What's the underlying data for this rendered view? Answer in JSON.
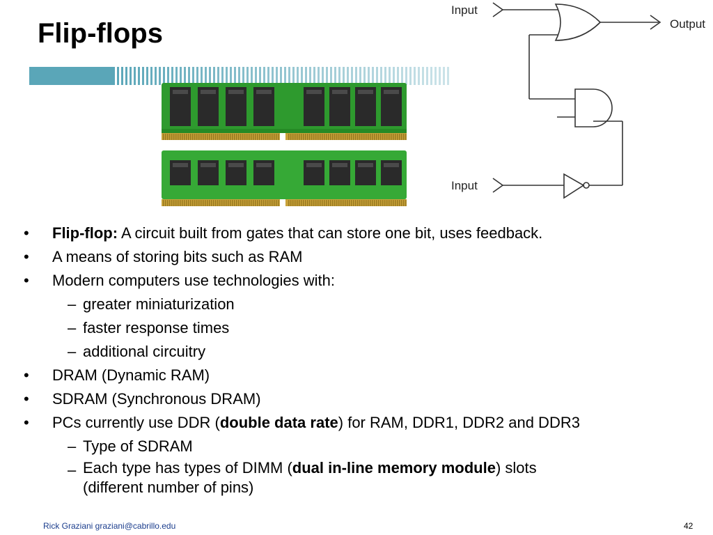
{
  "slide": {
    "title": "Flip-flops",
    "bullets": [
      {
        "bold": "Flip-flop:",
        "text": " A circuit built from gates that can store one bit, uses feedback."
      },
      {
        "text": "A means of storing bits such as RAM"
      },
      {
        "text": "Modern computers use technologies with:",
        "subs": [
          "greater miniaturization",
          "faster response times",
          "additional circuitry"
        ]
      },
      {
        "text": "DRAM (Dynamic RAM)"
      },
      {
        "text": "SDRAM (Synchronous DRAM)"
      },
      {
        "pre": "PCs currently use DDR (",
        "bold": "double data rate",
        "post": ") for RAM, DDR1, DDR2 and DDR3",
        "subs": [
          "Type of SDRAM"
        ],
        "sub2": {
          "pre": "Each type has types of DIMM (",
          "bold": "dual in-line memory module",
          "post": ") slots",
          "line2": "(different number of pins)"
        }
      }
    ]
  },
  "diagram": {
    "input_top": "Input",
    "input_bottom": "Input",
    "output": "Output"
  },
  "footer": {
    "author": "Rick Graziani  graziani@cabrillo.edu",
    "page": "42"
  },
  "colors": {
    "bar_teal": "#5aa6b8",
    "ram_green": "#2e9a2e",
    "chip_dark": "#2a2a2a",
    "gold_pins": "#c8a23a",
    "footer_blue": "#1a3c8c"
  },
  "icons": {
    "bullet": "•",
    "dash": "–"
  }
}
